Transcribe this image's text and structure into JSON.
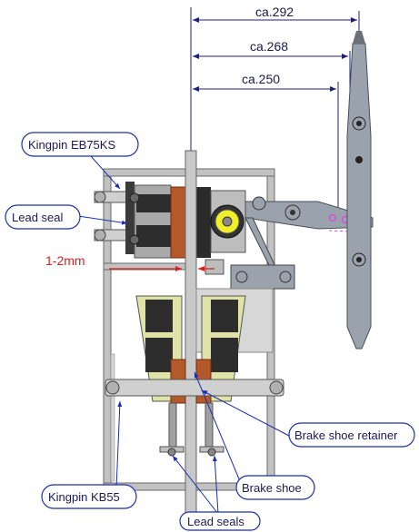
{
  "colors": {
    "frame": "#b9b9b9",
    "frame_dark": "#6b6b6b",
    "steel": "#9aa3ad",
    "brake_shoe": "#b5582a",
    "shoe_holder": "#dfe3a8",
    "spring_yellow": "#f1ee2a",
    "dim_line": "#1f1f7a",
    "callout_border": "#1a2fb0",
    "marker_pink": "#d24fd6",
    "red": "#e02020"
  },
  "dimensions": {
    "d292": "ca.292",
    "d268": "ca.268",
    "d250": "ca.250",
    "gap": "1-2mm"
  },
  "callouts": {
    "kingpin_eb": "Kingpin EB75KS",
    "lead_seal": "Lead seal",
    "brake_shoe_retainer": "Brake shoe retainer",
    "brake_shoe": "Brake shoe",
    "kingpin_kb": "Kingpin KB55",
    "lead_seals": "Lead seals"
  }
}
